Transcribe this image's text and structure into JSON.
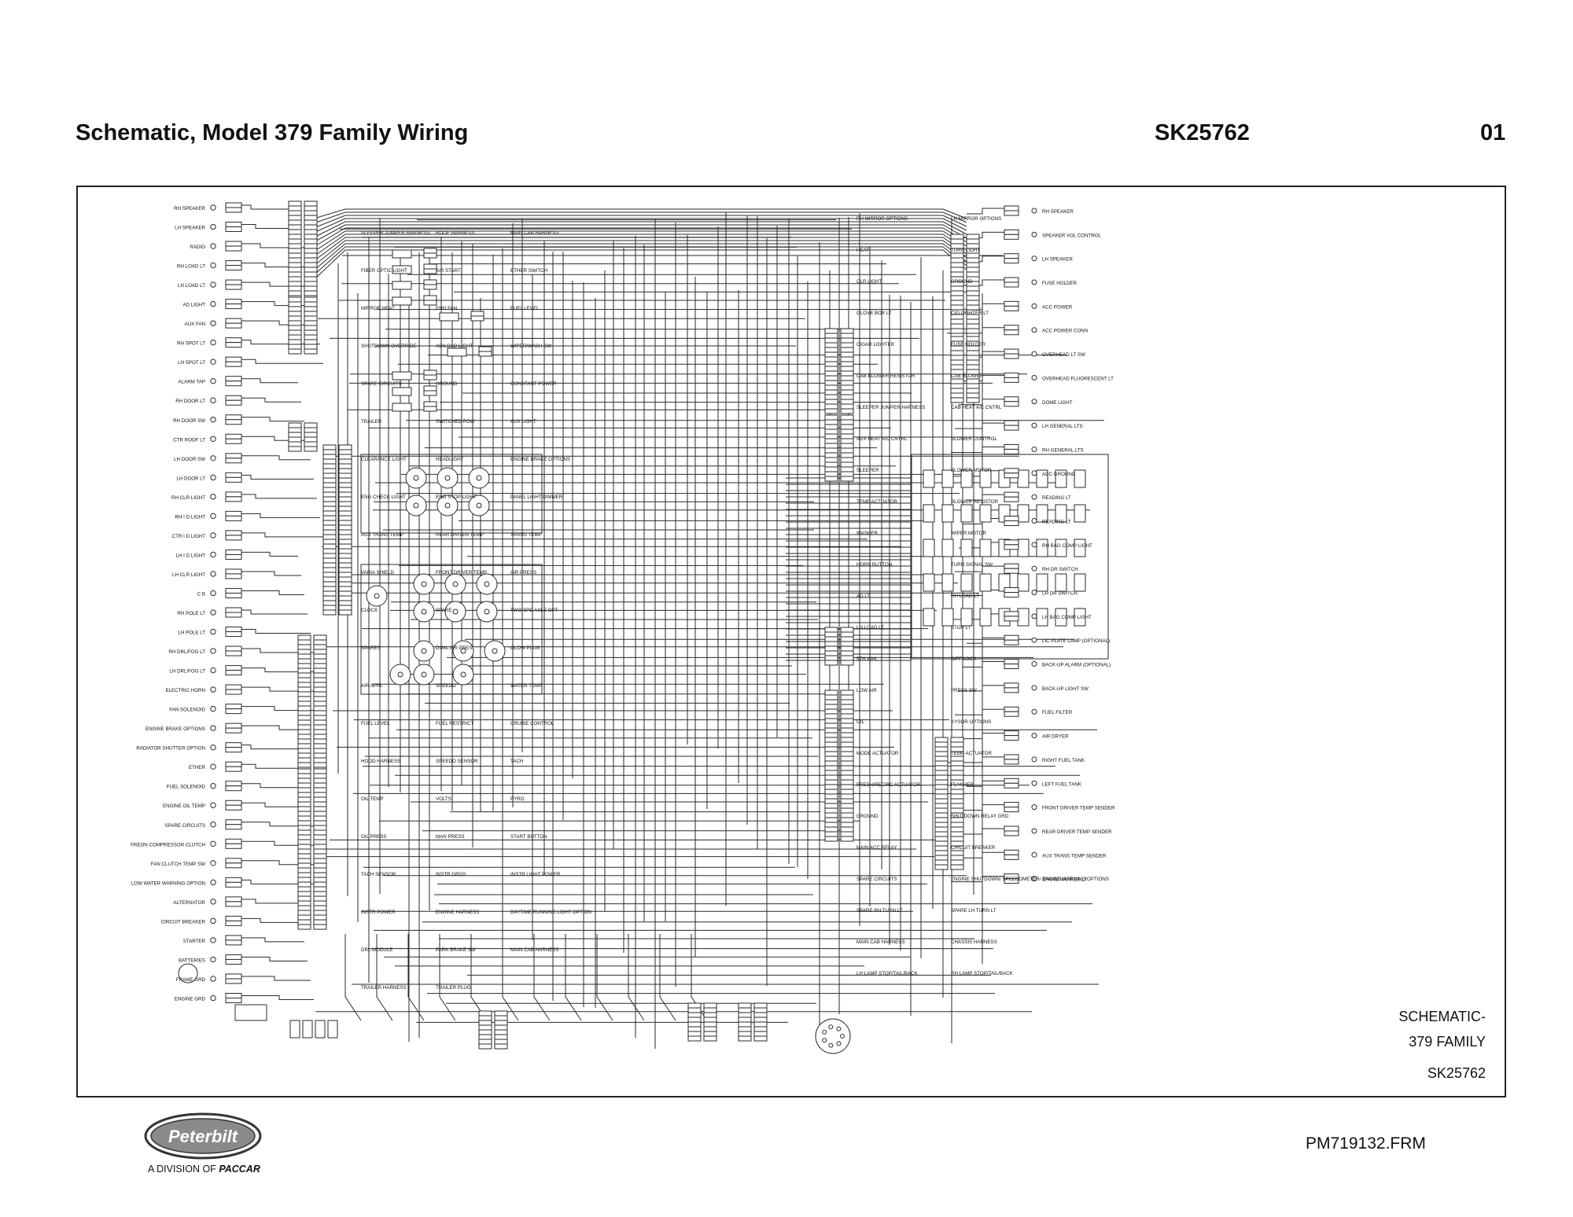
{
  "header": {
    "title": "Schematic, Model 379 Family Wiring",
    "doc_number": "SK25762",
    "sheet": "01"
  },
  "title_block": {
    "line1": "SCHEMATIC-",
    "line2": "379 FAMILY",
    "line3": "SK25762"
  },
  "footer": {
    "logo_text": "Peterbilt",
    "division_prefix": "A DIVISION OF",
    "division_brand": "PACCAR",
    "file_name": "PM719132.FRM"
  },
  "diagram": {
    "left_components": [
      "RH SPEAKER",
      "LH SPEAKER",
      "RADIO",
      "RH LOAD LT",
      "LH LOAD LT",
      "AD LIGHT",
      "AUX FAN",
      "RH SPOT LT",
      "LH SPOT LT",
      "ALARM TAP",
      "RH DOOR LT",
      "RH DOOR SW",
      "CTR ROOF LT",
      "LH DOOR SW",
      "LH DOOR LT",
      "RH CLR LIGHT",
      "RH I D LIGHT",
      "CTR I D LIGHT",
      "LH I D LIGHT",
      "LH CLR LIGHT",
      "C B",
      "RH POLE LT",
      "LH POLE LT",
      "RH DRL/FOG LT",
      "LH DRL/FOG LT",
      "ELECTRIC HORN",
      "FAN SOLENOID",
      "ENGINE BRAKE OPTIONS",
      "RADIATOR SHUTTER OPTION",
      "ETHER",
      "FUEL SOLENOID",
      "ENGINE OIL TEMP",
      "SPARE CIRCUITS",
      "FREON COMPRESSOR CLUTCH",
      "FAN CLUTCH TEMP SW",
      "LOW WATER WARNING OPTION",
      "ALTERNATOR",
      "CIRCUIT BREAKER",
      "STARTER",
      "BATTERIES",
      "FRAME GRD",
      "ENGINE GRD"
    ],
    "center_labels": [
      "SLEEPER JUMPER HARNESS",
      "ROOF HARNESS",
      "MAIN CAB HARNESS",
      "FIBER OPTIC LIGHT",
      "AIR START",
      "ETHER SWITCH",
      "MIRROR HEAT",
      "ENG FAN",
      "FUEL LEVEL",
      "SHUTDOWN OVERRIDE",
      "AD/LOAD LIGHT",
      "WIPER/WASH SW",
      "SPARE CIRCUITS",
      "GROUND",
      "CONSTANT POWER",
      "TRAILER",
      "SWITCHED POW",
      "AUX LIGHT",
      "CLEARANCE LIGHT",
      "HEADLIGHT",
      "ENGINE BRAKE OPTIONS",
      "ENG CHECK LIGHT",
      "ENG STOP LIGHT",
      "PANEL LIGHT DIMMER",
      "AUX TRANS TEMP",
      "REAR DRIVER TEMP",
      "TRANS TEMP",
      "VARIA SHIELD",
      "FRONT DRIVER TEMP",
      "AIR PRESS",
      "CLOCK",
      "SPARE",
      "TWO SPD AXLE OPT",
      "SPARES",
      "DUAL AIR PRES",
      "GLOW PLUG",
      "AIR APPL",
      "SPEEDO",
      "WATER TEMP",
      "FUEL LEVEL",
      "FUEL RESTRICT",
      "CRUISE CONTROL",
      "HOOD HARNESS",
      "SPEEDO SENSOR",
      "TACH",
      "OIL TEMP",
      "VOLTS",
      "PYRO",
      "OIL PRESS",
      "MAN PRESS",
      "START BUTTON",
      "TACH SENSOR",
      "INSTR GRDS",
      "INSTR LIGHT POWER",
      "INSTR POWER",
      "ENGINE HARNESS",
      "DAYTIME RUNNING LIGHT OPTION",
      "DRL MODULE",
      "PARK BRAKE SW",
      "MAIN CAB HARNESS",
      "TRAILER HARNESS",
      "TRAILER PLUG"
    ],
    "right_labels": [
      "RH MIRROR OPTIONS",
      "LH MIRROR OPTIONS",
      "HEAT",
      "TURN LIGHT",
      "CLR LIGHT",
      "GROUND",
      "GLOVE BOX LT",
      "CIG LIGHTER LT",
      "CIGAR LIGHTER",
      "FUSE HOLDER",
      "CAB BLOWER RESISTOR",
      "CAB BLOWER",
      "SLEEPER JUMPER HARNESS",
      "CAB HEAT A/C CNTRL",
      "AUX HEAT A/C CNTRL",
      "BLOWER CONTROL",
      "SLEEPER",
      "BLOWER MOTOR",
      "TEMP ACTUATOR",
      "BLOWER RESISTOR",
      "WASHER",
      "WIPER MOTOR",
      "HORN BUTTON",
      "TURN SIGNAL SW",
      "AD LT",
      "RH LOAD LT",
      "LH LOAD LT",
      "STOP LT",
      "5TH WHL",
      "DIFF LOCK",
      "LOW AIR",
      "PRESS SW",
      "OIL",
      "KYSOR OPTIONS",
      "MODE ACTUATOR",
      "TEMP ACTUATOR",
      "FRESH/RECIRC ACTUATOR",
      "FLASHER",
      "GROUND",
      "SHUTDOWN RELAY GRD",
      "MAIN ACC RELAY",
      "CIRCUIT BREAKER",
      "SPARE CIRCUITS",
      "ENGINE SHUTDOWN/ SPEEDOMETER/ ENGINE WARNING OPTIONS",
      "SPARE RH TURN LT",
      "SPARE LH TURN LT",
      "MAIN CAB HARNESS",
      "CHASSIS HARNESS",
      "LH LAMP STOP/TAIL/BACK",
      "RH LAMP STOP/TAIL/BACK"
    ],
    "far_right_components": [
      "RH SPEAKER",
      "SPEAKER VOL CONTROL",
      "LH SPEAKER",
      "FUSE HOLDER",
      "ACC POWER",
      "ACC POWER CONN",
      "OVERHEAD LT SW",
      "OVERHEAD FLUORESCENT LT",
      "DOME LIGHT",
      "LH GENERAL LTS",
      "RH GENERAL LTS",
      "ACC GROUND",
      "READING LT",
      "READING LT",
      "RH BAG COMP LIGHT",
      "RH DR SWITCH",
      "LH DR SWITCH",
      "LH BAG COMP LIGHT",
      "LIC PLATE LAMP (OPTIONAL)",
      "BACK-UP ALARM (OPTIONAL)",
      "BACK-UP LIGHT SW",
      "FUEL FILTER",
      "AIR DRYER",
      "RIGHT FUEL TANK",
      "LEFT FUEL TANK",
      "FRONT DRIVER TEMP SENDER",
      "REAR DRIVER TEMP SENDER",
      "AUX TRANS TEMP SENDER",
      "SPARE MARKER LT"
    ]
  }
}
